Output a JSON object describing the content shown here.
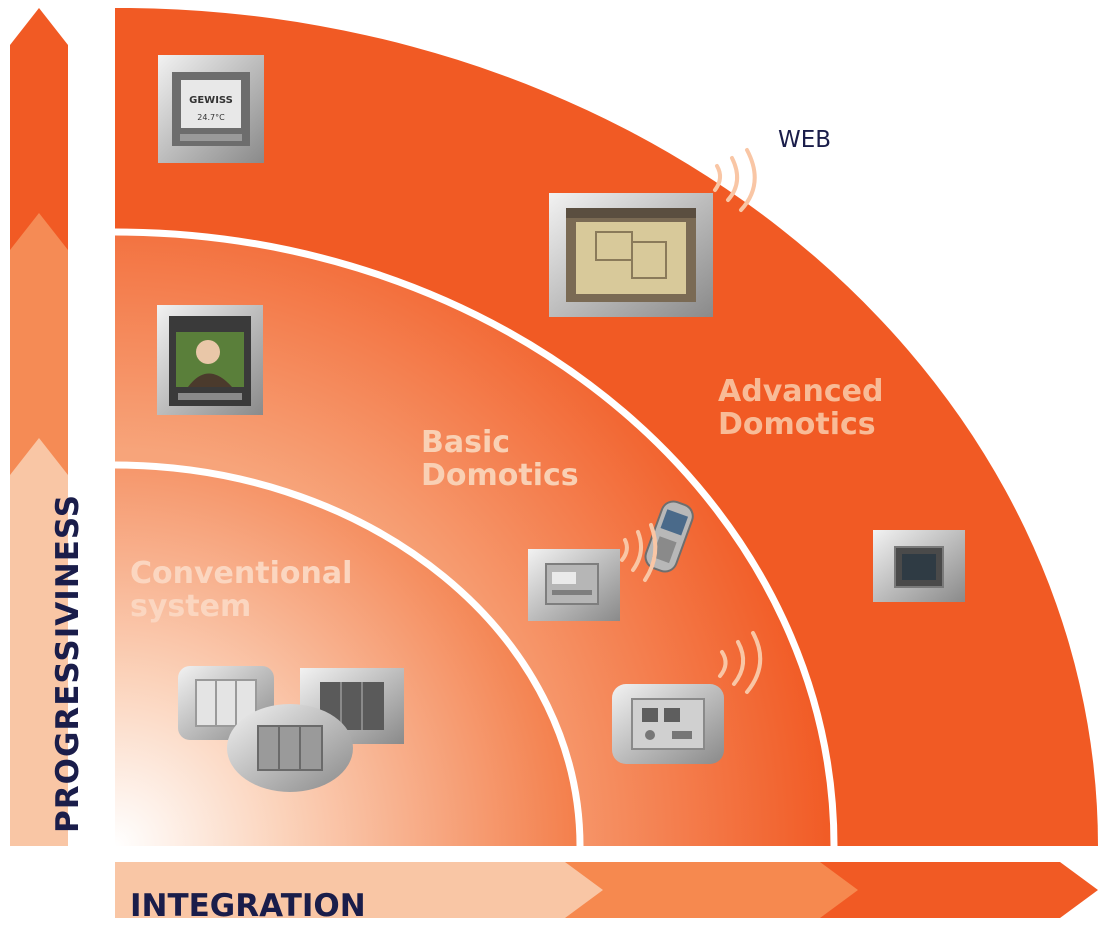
{
  "axes": {
    "vertical_label": "PROGRESSIVINESS",
    "horizontal_label": "INTEGRATION"
  },
  "zones": [
    {
      "line1": "Conventional",
      "line2": "system",
      "color": "#f9d2bb"
    },
    {
      "line1": "Basic",
      "line2": "Domotics",
      "color": "#f8ceb0"
    },
    {
      "line1": "Advanced",
      "line2": "Domotics",
      "color": "#f7b995"
    }
  ],
  "web_label": "WEB",
  "device_logo_text": "GEWISS",
  "device_display_value": "24.7°C",
  "colors": {
    "orange": "#f15a24",
    "mid": "#f6894f",
    "light": "#f9c6a5",
    "navy": "#1a1d4a",
    "white": "#ffffff"
  }
}
